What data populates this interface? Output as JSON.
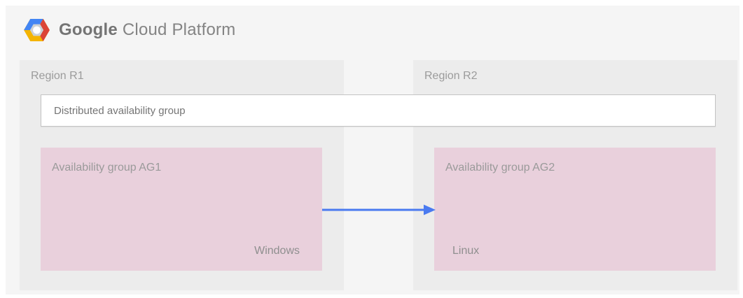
{
  "header": {
    "logo": "gcp-hexagon-icon",
    "brand_google": "Google",
    "brand_rest": "Cloud Platform"
  },
  "regions": [
    {
      "label": "Region R1"
    },
    {
      "label": "Region R2"
    }
  ],
  "distributed_group": {
    "label": "Distributed availability group"
  },
  "availability_groups": [
    {
      "label": "Availability group AG1",
      "os": "Windows"
    },
    {
      "label": "Availability group AG2",
      "os": "Linux"
    }
  ],
  "arrow": {
    "meaning": "replication from AG1 to AG2",
    "direction": "left-to-right"
  },
  "colors": {
    "surface_background": "#f5f5f5",
    "region_background": "#ececec",
    "availability_group_background": "#e9d0dc",
    "distributed_box_background": "#ffffff",
    "distributed_box_border": "#c3c3c3",
    "arrow_blue": "#4a7af0",
    "text_gray": "#9b9b9b",
    "logo_blue": "#4285f4",
    "logo_red": "#db4437",
    "logo_yellow": "#f4b400"
  }
}
